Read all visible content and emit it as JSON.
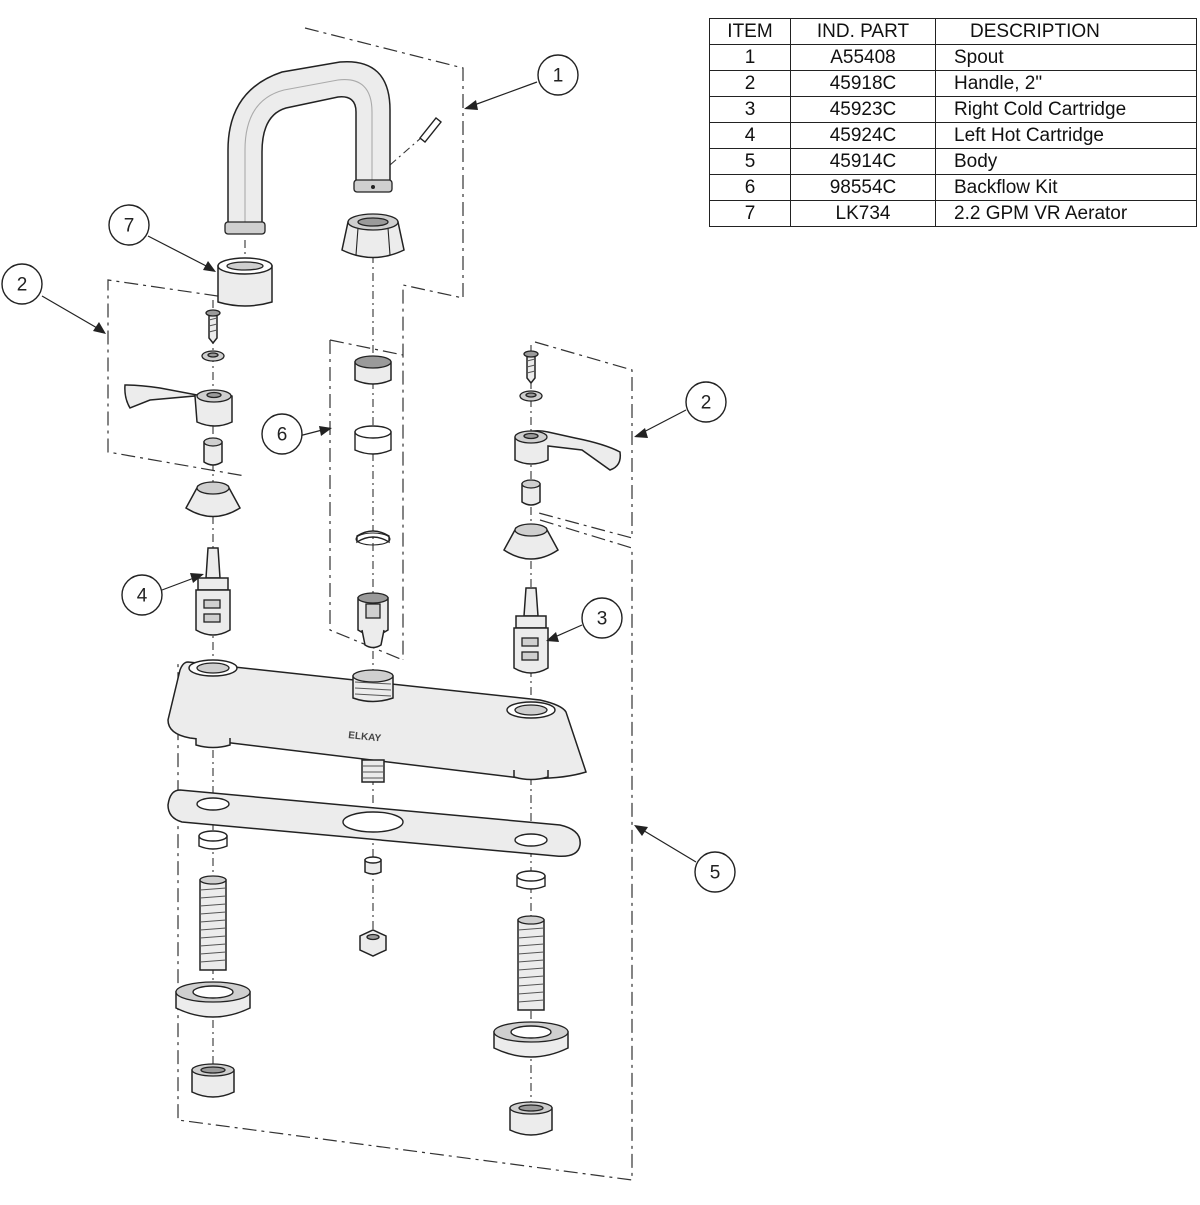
{
  "table": {
    "headers": [
      "ITEM",
      "IND. PART",
      "DESCRIPTION"
    ],
    "rows": [
      {
        "item": "1",
        "part": "A55408",
        "description": "Spout"
      },
      {
        "item": "2",
        "part": "45918C",
        "description": "Handle, 2\""
      },
      {
        "item": "3",
        "part": "45923C",
        "description": "Right Cold Cartridge"
      },
      {
        "item": "4",
        "part": "45924C",
        "description": "Left Hot Cartridge"
      },
      {
        "item": "5",
        "part": "45914C",
        "description": "Body"
      },
      {
        "item": "6",
        "part": "98554C",
        "description": "Backflow Kit"
      },
      {
        "item": "7",
        "part": "LK734",
        "description": "2.2 GPM VR Aerator"
      }
    ]
  },
  "diagram": {
    "brand_label": "ELKAY",
    "callouts": [
      "1",
      "2",
      "2",
      "3",
      "4",
      "5",
      "6",
      "7"
    ]
  }
}
